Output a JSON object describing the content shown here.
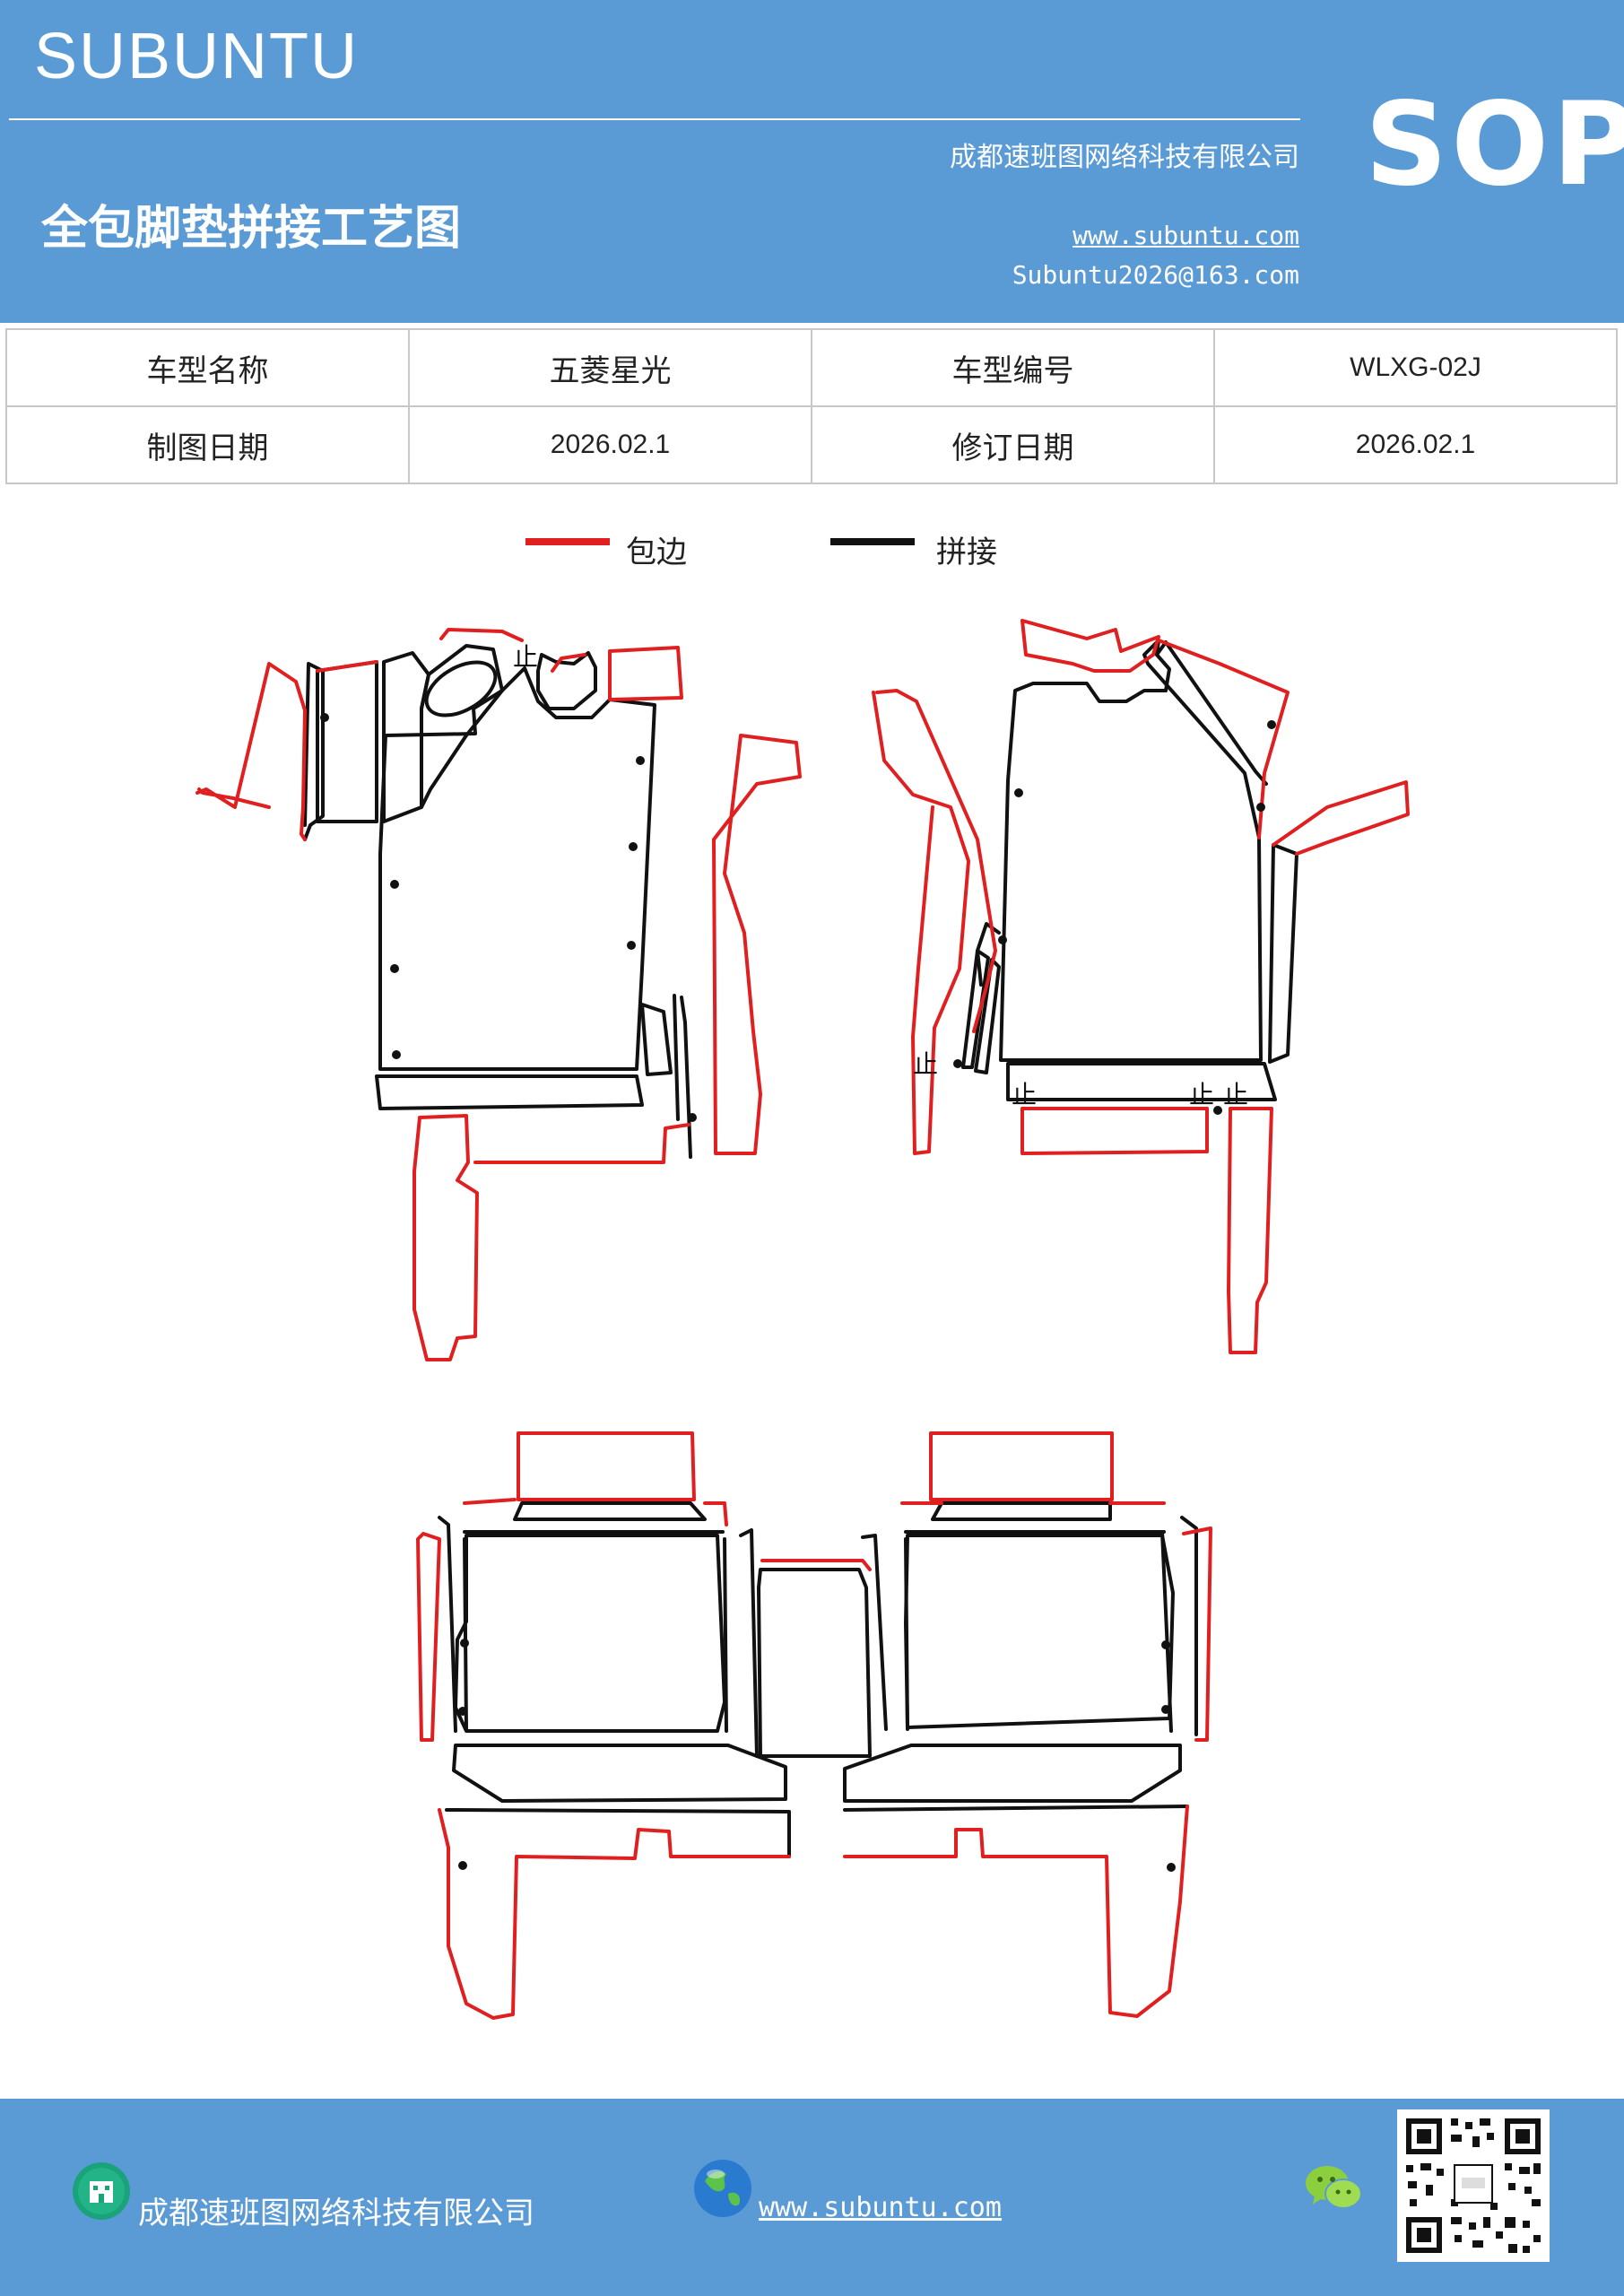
{
  "header": {
    "brand": "SUBUNTU",
    "title": "全包脚垫拼接工艺图",
    "company": "成都速班图网络科技有限公司",
    "website": "www.subuntu.com",
    "email": "Subuntu2026@163.com",
    "badge": "SOP"
  },
  "info_table": {
    "rows": [
      [
        {
          "label": "车型名称"
        },
        {
          "value": "五菱星光"
        },
        {
          "label": "车型编号"
        },
        {
          "value": "WLXG-02J"
        }
      ],
      [
        {
          "label": "制图日期"
        },
        {
          "value": "2026.02.1"
        },
        {
          "label": "修订日期"
        },
        {
          "value": "2026.02.1"
        }
      ]
    ]
  },
  "legend": {
    "edge": {
      "label": "包边",
      "color": "#e02020"
    },
    "join": {
      "label": "拼接",
      "color": "#111111"
    }
  },
  "drawing": {
    "stop_mark": "止"
  },
  "footer": {
    "company": "成都速班图网络科技有限公司",
    "website": "www.subuntu.com",
    "icons": [
      "building-icon",
      "globe-icon",
      "wechat-icon",
      "qr-code"
    ]
  },
  "colors": {
    "band": "#5b9bd5",
    "edge": "#e02020",
    "join": "#111111"
  }
}
